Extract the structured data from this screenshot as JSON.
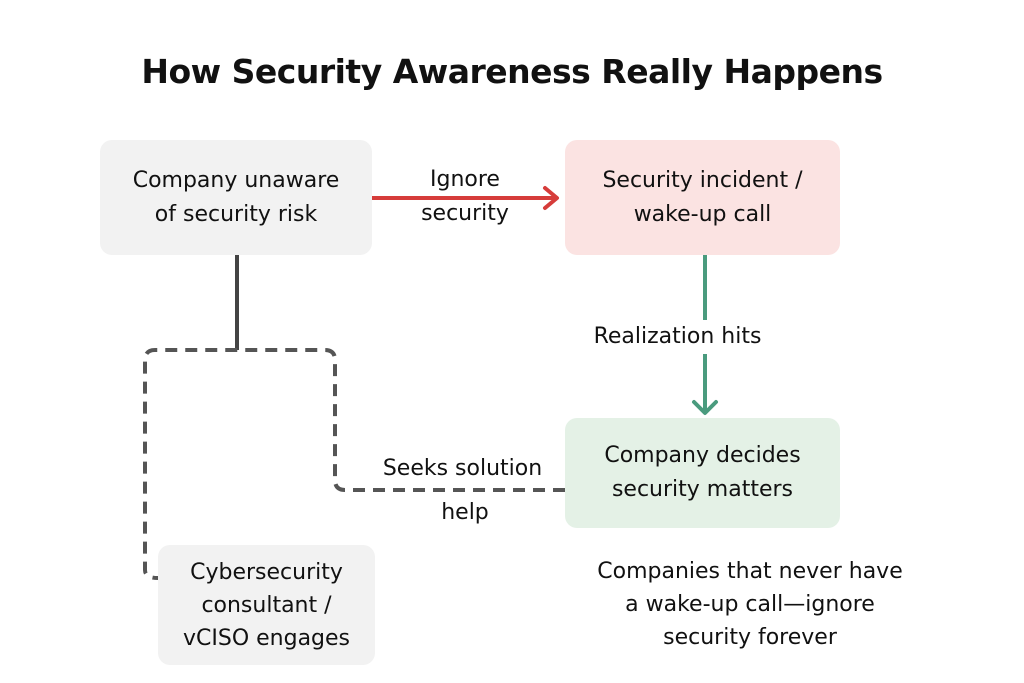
{
  "title": "How Security Awareness Really Happens",
  "nodes": {
    "unaware": "Company unaware\nof security risk",
    "incident": "Security incident /\nwake-up call",
    "decides": "Company decides\nsecurity matters",
    "consultant": "Cybersecurity\nconsultant /\nvCISO engages"
  },
  "edges": {
    "ignore": "Ignore\nsecurity",
    "realization": "Realization hits",
    "seeks": "Seeks solution",
    "help": "help"
  },
  "note": "Companies that never have\na wake-up call—ignore\nsecurity forever",
  "colors": {
    "red": "#d63c3a",
    "green": "#4a9b7e",
    "gray": "#555555"
  }
}
